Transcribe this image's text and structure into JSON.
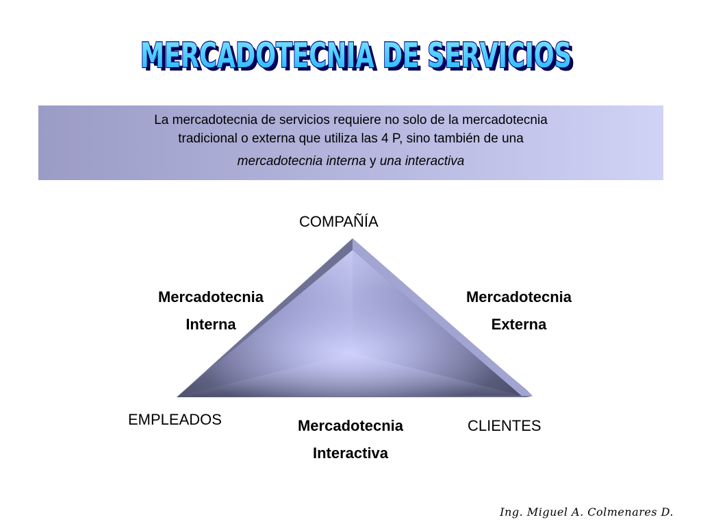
{
  "slide": {
    "title": "MERCADOTECNIA DE SERVICIOS",
    "intro": {
      "line1": "La mercadotecnia de servicios requiere no solo de la mercadotecnia",
      "line2": "tradicional o externa que utiliza las 4 P, sino también de una",
      "line3_part1": "mercadotecnia interna",
      "line3_part2": " y ",
      "line3_part3": "una interactiva"
    },
    "diagram": {
      "top": "COMPAÑÍA",
      "left_bottom": "EMPLEADOS",
      "right_bottom": "CLIENTES",
      "left_side": {
        "line1": "Mercadotecnia",
        "line2": "Interna"
      },
      "right_side": {
        "line1": "Mercadotecnia",
        "line2": "Externa"
      },
      "bottom_side": {
        "line1": "Mercadotecnia",
        "line2": "Interactiva"
      }
    },
    "signature": "Ing. Miguel A. Colmenares D.",
    "colors": {
      "title_fill": "#33ccff",
      "title_outline": "#000080",
      "box_light": "#d0d2f6",
      "box_dark": "#9b9cc6",
      "pyramid_face": "#c4c6f2",
      "pyramid_edge": "#6e7090"
    }
  }
}
